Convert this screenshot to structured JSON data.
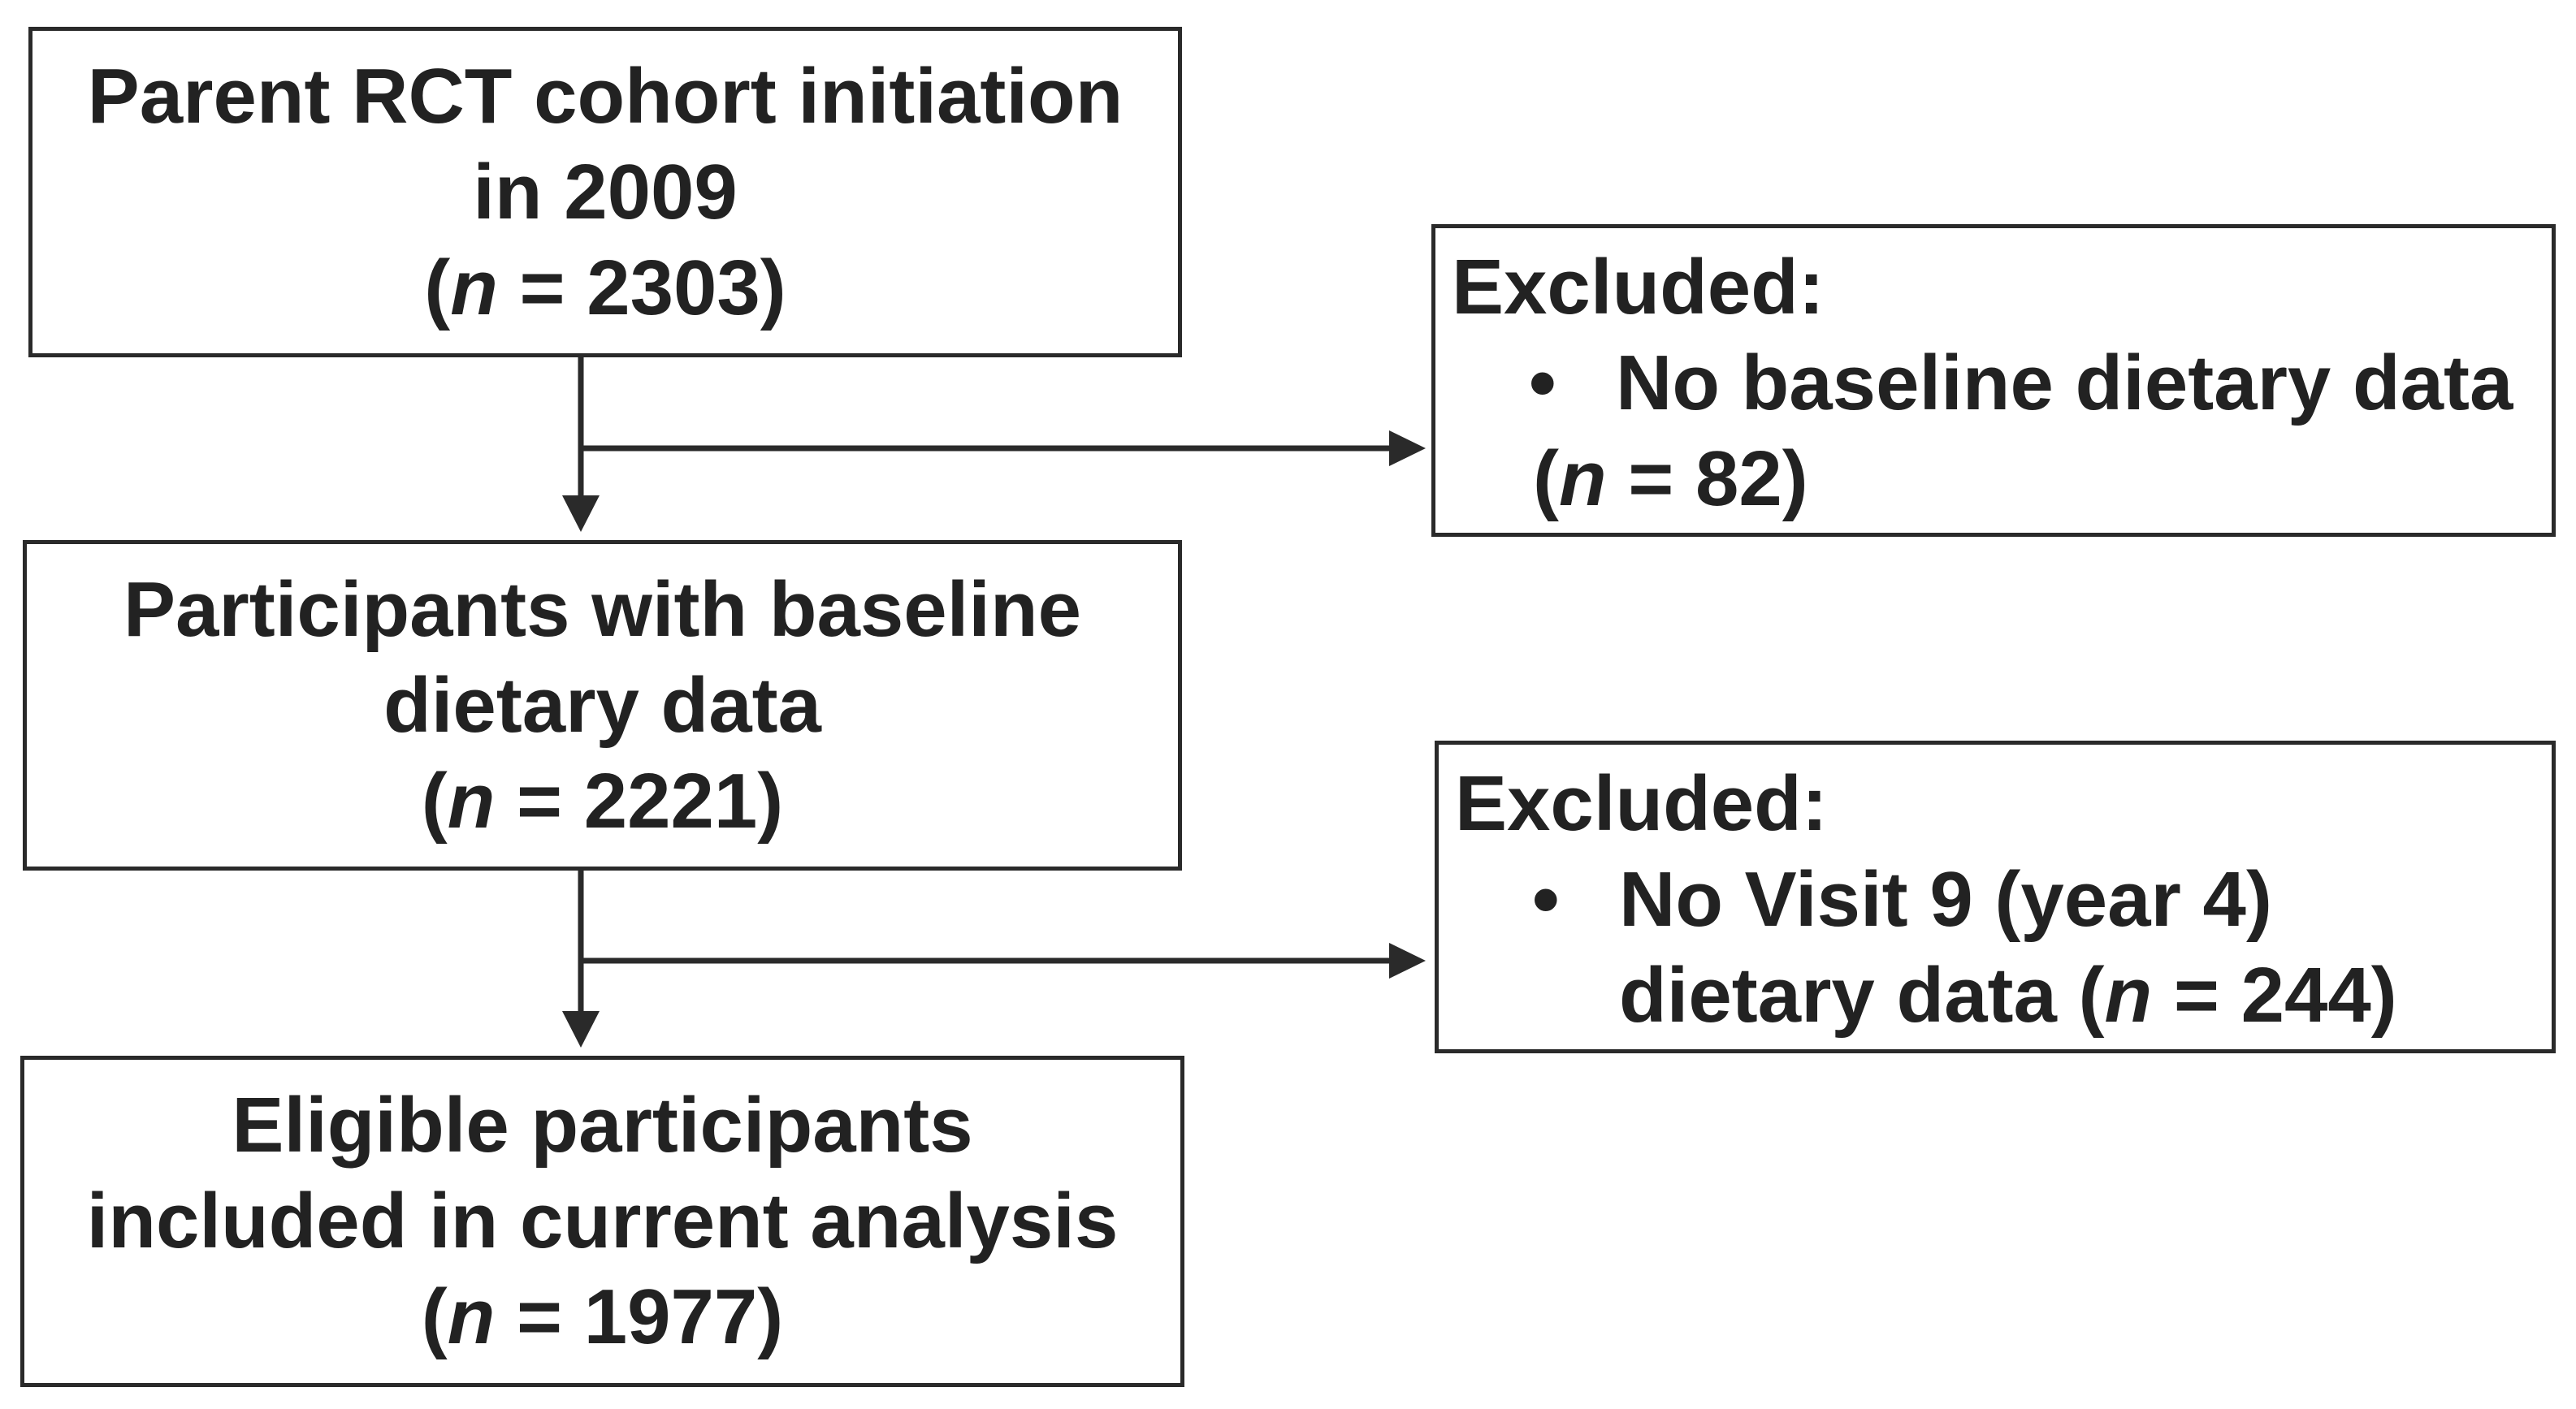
{
  "boxes": {
    "cohort": {
      "line1": "Parent RCT cohort initiation",
      "line2": "in 2009",
      "n_open": "(",
      "n_var": "n",
      "n_rest": " = 2303)"
    },
    "baseline": {
      "line1": "Participants with baseline",
      "line2": "dietary data",
      "n_open": "(",
      "n_var": "n",
      "n_rest": " = 2221)"
    },
    "eligible": {
      "line1": "Eligible participants",
      "line2": "included in current analysis",
      "n_open": "(",
      "n_var": "n",
      "n_rest": " = 1977)"
    }
  },
  "exclusions": [
    {
      "title": "Excluded:",
      "bullet": "•",
      "item_line1": "No baseline dietary data",
      "n_open": "(",
      "n_var": "n",
      "n_rest": " = 82)"
    },
    {
      "title": "Excluded:",
      "bullet": "•",
      "item_line1": "No Visit 9 (year 4)",
      "item_line2_prefix": "dietary data (",
      "n_var": "n",
      "n_rest": " = 244)"
    }
  ],
  "colors": {
    "border": "#2a2a2a",
    "text": "#222222",
    "arrow": "#2a2a2a"
  }
}
